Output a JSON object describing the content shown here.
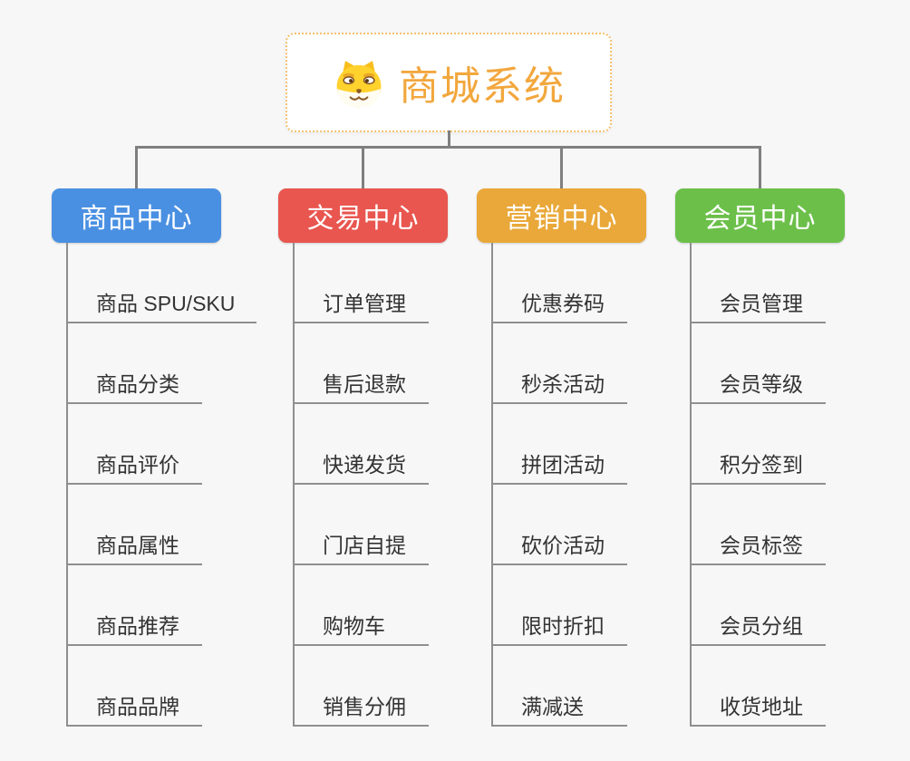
{
  "root": {
    "title": "商城系统",
    "icon": "shiba-dog-icon",
    "title_color": "#f2a73d",
    "border_color": "#f3c06e"
  },
  "branches": [
    {
      "label": "商品中心",
      "color": "#4a90e2",
      "children": [
        "商品 SPU/SKU",
        "商品分类",
        "商品评价",
        "商品属性",
        "商品推荐",
        "商品品牌"
      ]
    },
    {
      "label": "交易中心",
      "color": "#e8564f",
      "children": [
        "订单管理",
        "售后退款",
        "快递发货",
        "门店自提",
        "购物车",
        "销售分佣"
      ]
    },
    {
      "label": "营销中心",
      "color": "#e9a839",
      "children": [
        "优惠券码",
        "秒杀活动",
        "拼团活动",
        "砍价活动",
        "限时折扣",
        "满减送"
      ]
    },
    {
      "label": "会员中心",
      "color": "#6cc04a",
      "children": [
        "会员管理",
        "会员等级",
        "积分签到",
        "会员标签",
        "会员分组",
        "收货地址"
      ]
    }
  ],
  "colors": {
    "background": "#f7f7f7",
    "connector_line": "#7f7f7f",
    "child_line": "#8f8f8f",
    "child_text": "#333333",
    "node_text": "#ffffff"
  }
}
